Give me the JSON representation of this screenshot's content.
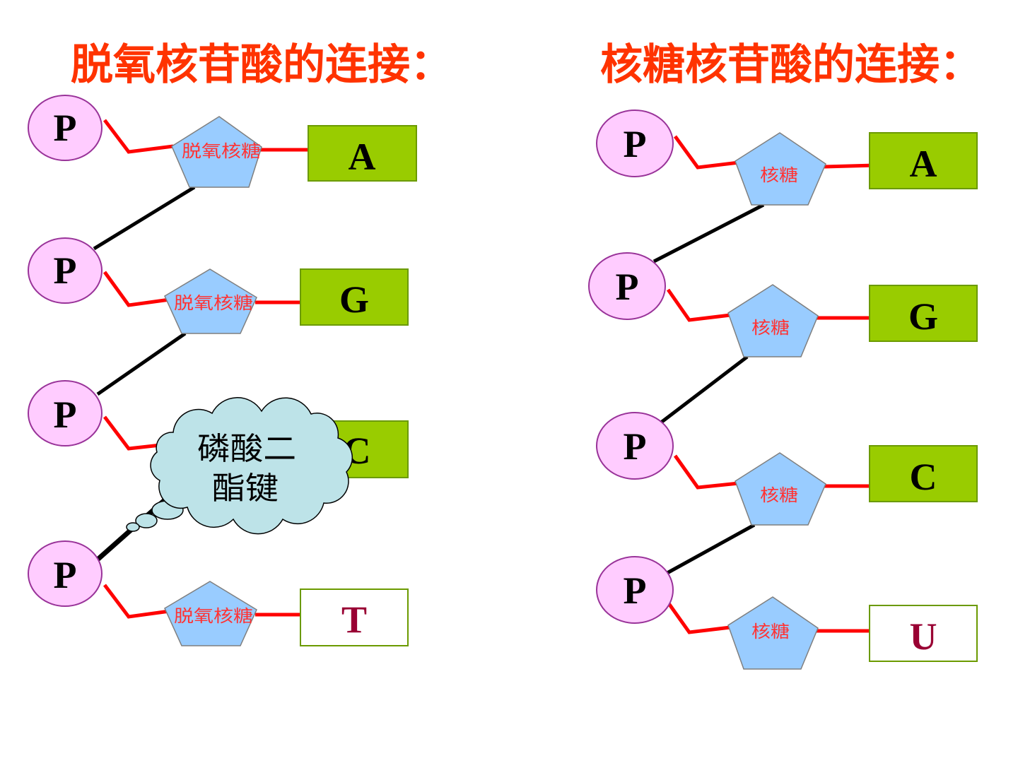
{
  "titles": {
    "dna": "脱氧核苷酸的连接：",
    "rna": "核糖核苷酸的连接："
  },
  "dna": {
    "nucleotides": [
      {
        "phosphate": "P",
        "sugar": "脱氧核糖",
        "base": "A"
      },
      {
        "phosphate": "P",
        "sugar": "脱氧核糖",
        "base": "G"
      },
      {
        "phosphate": "P",
        "base": "C"
      },
      {
        "phosphate": "P",
        "sugar": "脱氧核糖",
        "base": "T"
      }
    ]
  },
  "rna": {
    "nucleotides": [
      {
        "phosphate": "P",
        "sugar": "核糖",
        "base": "A"
      },
      {
        "phosphate": "P",
        "sugar": "核糖",
        "base": "G"
      },
      {
        "phosphate": "P",
        "sugar": "核糖",
        "base": "C"
      },
      {
        "phosphate": "P",
        "sugar": "核糖",
        "base": "U"
      }
    ]
  },
  "callout": {
    "lines": [
      "磷酸二",
      "酯键"
    ]
  },
  "colors": {
    "title": "#ff3300",
    "phosphate_fill": "#ffccff",
    "phosphate_stroke": "#993399",
    "sugar_fill": "#99ccff",
    "sugar_stroke": "#7f7f7f",
    "sugar_text": "#ff3333",
    "base_fill": "#99cc00",
    "base_stroke": "#6b9a00",
    "base_plain_fill": "#ffffff",
    "base_plain_text": "#990033",
    "bond": "#ff0000",
    "backbone": "#000000",
    "callout_fill": "#bde3e8"
  }
}
